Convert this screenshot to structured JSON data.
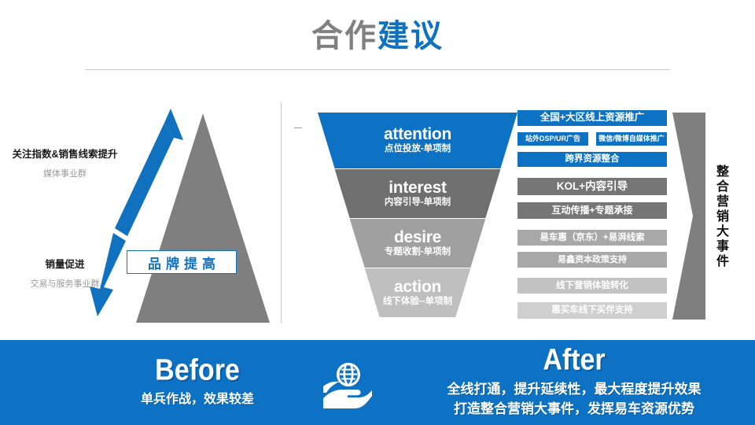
{
  "title": {
    "gray_part": "合作",
    "blue_part": "建议"
  },
  "pyramid_panel": {
    "top_label": {
      "main": "关注指数&销售线索提升",
      "sub": "媒体事业群"
    },
    "bottom_label": {
      "main": "销量促进",
      "sub": "交易与服务事业群"
    },
    "brand_box_label": "品牌提高",
    "arrow_icon": "double-headed-up-down-arrow"
  },
  "funnel": {
    "stages": [
      {
        "en": "attention",
        "cn": "点位投放-单项制",
        "color": "#0d72c4"
      },
      {
        "en": "interest",
        "cn": "内容引导-单项制",
        "color": "#6f6f6f"
      },
      {
        "en": "desire",
        "cn": "专题收割-单项制",
        "color": "#a0a0a0"
      },
      {
        "en": "action",
        "cn": "线下体验--单项制",
        "color": "#bfbfbf"
      }
    ]
  },
  "tags": [
    {
      "label": "全国+大区线上资源推广",
      "tone": "blue"
    },
    {
      "label": "站外DSP/UR广告",
      "tone": "blue"
    },
    {
      "label": "微信/微博自媒体推广",
      "tone": "blue"
    },
    {
      "label": "跨界资源整合",
      "tone": "blue"
    },
    {
      "label": "KOL+内容引导",
      "tone": "dark"
    },
    {
      "label": "互动传播+专题承接",
      "tone": "dark"
    },
    {
      "label": "易车惠（京东）+易湃线索",
      "tone": "mid"
    },
    {
      "label": "易鑫资本政策支持",
      "tone": "mid"
    },
    {
      "label": "线下营销体验转化",
      "tone": "light"
    },
    {
      "label": "惠买车线下买伴支持",
      "tone": "pale"
    }
  ],
  "right_callout": {
    "vertical_text": "整合营销大事件",
    "chevron_icon": "right-chevron-bracket"
  },
  "banner": {
    "before": {
      "heading": "Before",
      "subtitle": "单兵作战，效果较差"
    },
    "icon": "globe-in-hand-icon",
    "after": {
      "heading": "After",
      "subtitle_line1": "全线打通，提升延续性，最大程度提升效果",
      "subtitle_line2": "打造整合营销大事件，发挥易车资源优势"
    }
  },
  "colors": {
    "brand_blue": "#0d72c4",
    "title_gray": "#808080",
    "pyramid_gray": "#7f7f7f"
  }
}
